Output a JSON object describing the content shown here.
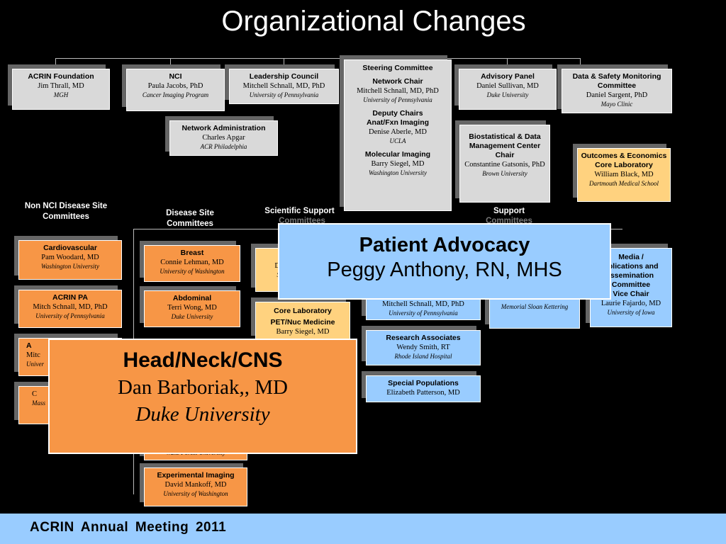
{
  "title": "Organizational Changes",
  "footer": "ACRIN  Annual  Meeting  2011",
  "labels": {
    "non_nci": "Non NCI Disease Site Committees",
    "disease_site": "Disease Site Committees",
    "scientific_support": "Scientific Support",
    "scientific_support_cut": "Committees",
    "support": "Support",
    "support_cut": "Committees"
  },
  "top": {
    "acrin_foundation": {
      "name": "ACRIN Foundation",
      "person": "Jim Thrall, MD",
      "org": "MGH"
    },
    "nci": {
      "name": "NCI",
      "person": "Paula Jacobs, PhD",
      "org": "Cancer Imaging Program"
    },
    "leadership": {
      "name": "Leadership Council",
      "person": "Mitchell Schnall, MD, PhD",
      "org": "University of Pennsylvania"
    },
    "network_admin": {
      "name": "Network Administration",
      "person": "Charles Apgar",
      "org": "ACR Philadelphia"
    },
    "steering": {
      "name": "Steering Committee",
      "chair_title": "Network Chair",
      "chair_person": "Mitchell Schnall, MD, PhD",
      "chair_org": "University of Pennsylvania",
      "deputy_title": "Deputy Chairs",
      "deputy_sub": "Anat/Fxn Imaging",
      "deputy_person": "Denise Aberle, MD",
      "deputy_org": "UCLA",
      "mol_title": "Molecular Imaging",
      "mol_person": "Barry Siegel, MD",
      "mol_org": "Washington University"
    },
    "advisory": {
      "name": "Advisory Panel",
      "person": "Daniel Sullivan, MD",
      "org": "Duke University"
    },
    "dsmc": {
      "name": "Data & Safety Monitoring Committee",
      "person": "Daniel Sargent, PhD",
      "org": "Mayo Clinic"
    },
    "biostat": {
      "name": "Biostatistical & Data Management Center Chair",
      "person": "Constantine Gatsonis, PhD",
      "org": "Brown University"
    },
    "outcomes": {
      "name": "Outcomes & Economics Core Laboratory",
      "person": "William Black, MD",
      "org": "Dartmouth Medical School"
    }
  },
  "non_nci": [
    {
      "name": "Cardiovascular",
      "person": "Pam Woodard, MD",
      "org": "Washington University"
    },
    {
      "name": "ACRIN PA",
      "person": "Mitch Schnall, MD, PhD",
      "org": "University of Pennsylvania"
    },
    {
      "name": "A",
      "person": "Mitc",
      "org": "Univer"
    },
    {
      "name": "",
      "person": "C",
      "org": "Mass"
    }
  ],
  "disease_site": [
    {
      "name": "Breast",
      "person": "Connie Lehman, MD",
      "org": "University of Washington"
    },
    {
      "name": "Abdominal",
      "person": "Terri Wong, MD",
      "org": "Duke University"
    },
    {
      "name": "",
      "person": "",
      "org": "Wake Forest University"
    },
    {
      "name": "Experimental Imaging",
      "person": "David Mankoff, MD",
      "org": "University of Washington"
    }
  ],
  "scientific": {
    "peach_partial_person": "D",
    "peach_partial_org": "S",
    "core_lab": {
      "name": "Core Laboratory",
      "sub": "PET/Nuc Medicine",
      "person": "Barry Siegel, MD"
    }
  },
  "support": {
    "partial_person": "Mitchell Schnall, MD, PhD",
    "partial_org": "University of Pennsylvania",
    "research_assoc": {
      "name": "Research Associates",
      "person": "Wendy Smith, RT",
      "org": "Rhode Island Hospital"
    },
    "special_pop": {
      "name": "Special Populations",
      "person": "Elizabeth Patterson, MD"
    },
    "msk_org": "Memorial Sloan Kettering",
    "media": {
      "name1": "Media /",
      "name2": "ublications and",
      "name3": "issemination",
      "name4": "Committee",
      "name5": "Vice Chair",
      "person": "Laurie Fajardo, MD",
      "org": "University of Iowa"
    }
  },
  "callouts": {
    "patient_advocacy": {
      "title": "Patient Advocacy",
      "name": "Peggy Anthony, RN, MHS"
    },
    "head_neck": {
      "title": "Head/Neck/CNS",
      "name": "Dan Barboriak,, MD",
      "org": "Duke University"
    }
  }
}
